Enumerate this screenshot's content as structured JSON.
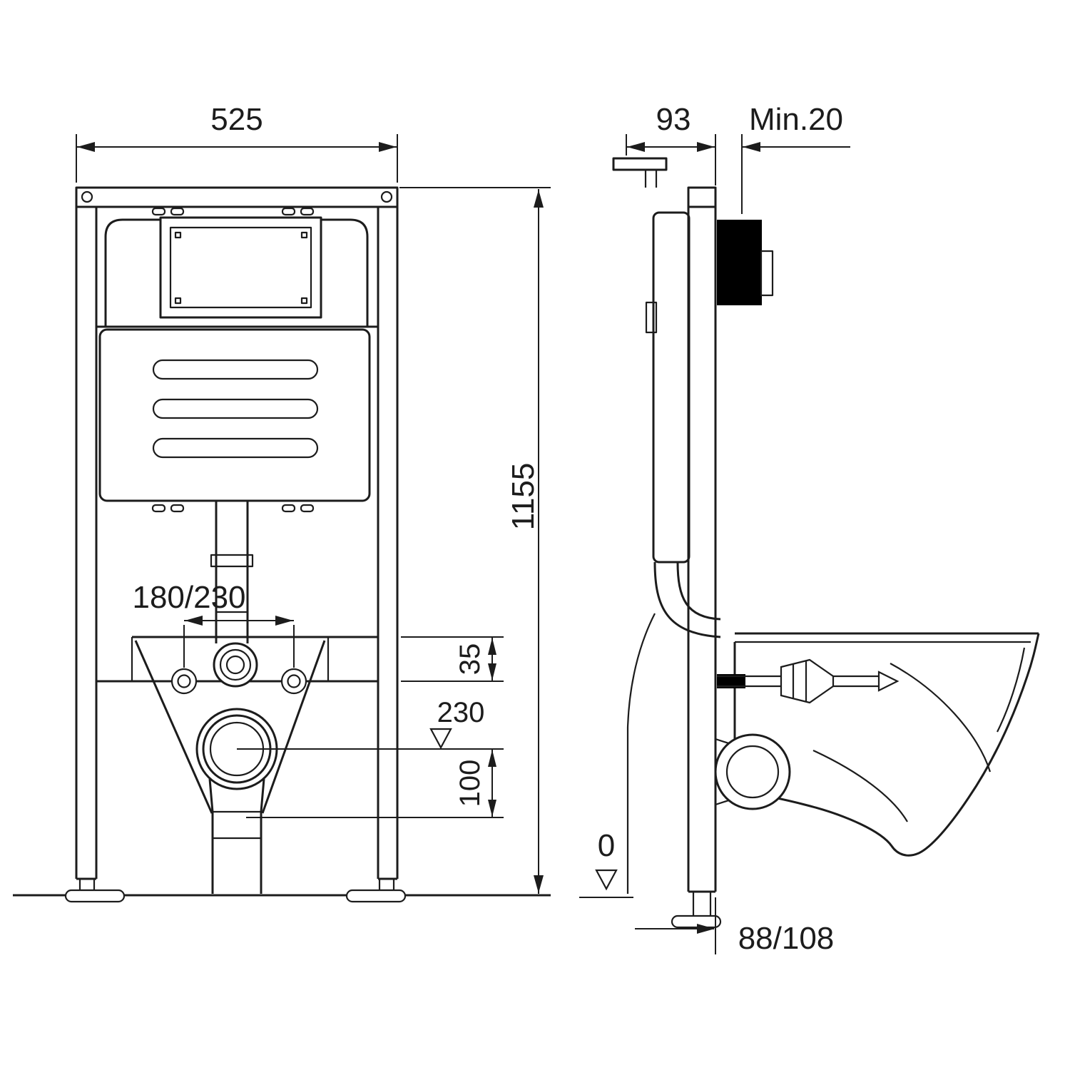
{
  "drawing": {
    "type": "technical-installation-diagram",
    "subject": "concealed cistern wall-hung toilet frame, front and side views with dimensions",
    "views": {
      "front": "front view",
      "side": "side view"
    },
    "labels": {
      "frame_width": "525",
      "frame_height": "1155",
      "bolt_spacing": "180/230",
      "bracket_offset": "35",
      "outlet_height": "230",
      "outlet_drop": "100",
      "frame_depth": "93",
      "min_clearance": "Min.20",
      "floor_level": "0",
      "discharge_range": "88/108"
    },
    "colors": {
      "line": "#1c1c1c",
      "background": "#ffffff",
      "accent_fill": "#000000"
    }
  }
}
